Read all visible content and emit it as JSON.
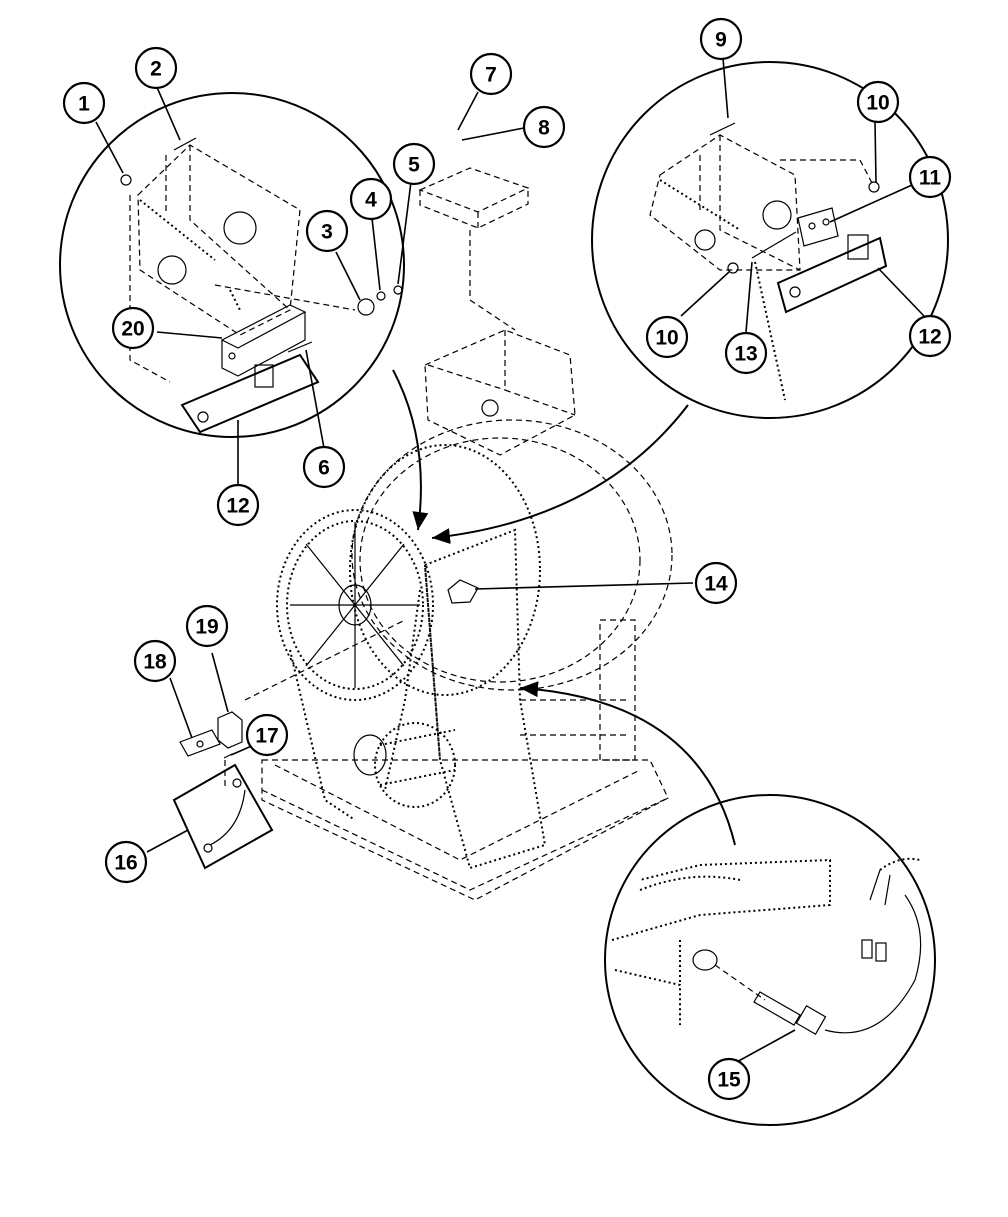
{
  "callouts": {
    "c1": "1",
    "c2": "2",
    "c3": "3",
    "c4": "4",
    "c5": "5",
    "c6": "6",
    "c7": "7",
    "c8": "8",
    "c9": "9",
    "c10a": "10",
    "c10b": "10",
    "c11": "11",
    "c12a": "12",
    "c12b": "12",
    "c13": "13",
    "c14": "14",
    "c15": "15",
    "c16": "16",
    "c17": "17",
    "c18": "18",
    "c19": "19",
    "c20": "20"
  }
}
